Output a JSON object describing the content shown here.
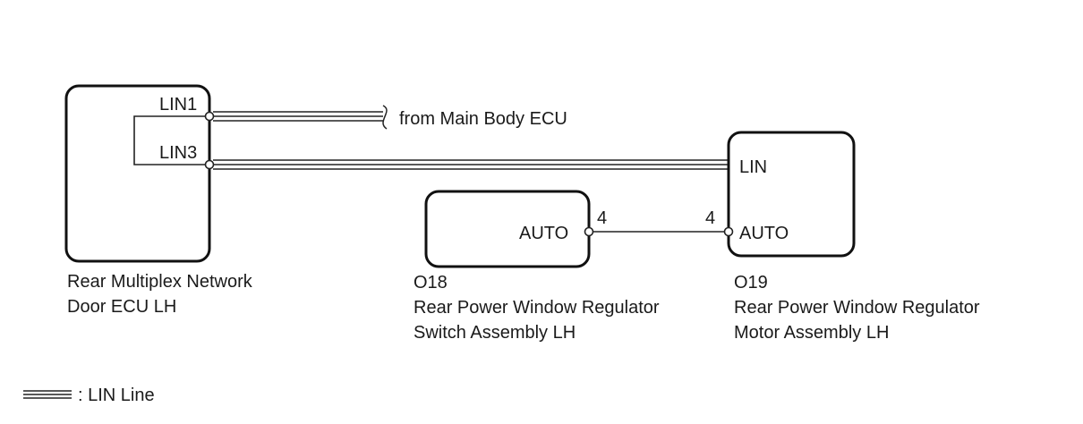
{
  "components": {
    "rear_ecu": {
      "name_line1": "Rear Multiplex Network",
      "name_line2": "Door ECU LH",
      "pins": {
        "lin1": "LIN1",
        "lin3": "LIN3"
      }
    },
    "switch": {
      "code": "O18",
      "name_line1": "Rear Power Window Regulator",
      "name_line2": "Switch Assembly LH",
      "pin_auto": "AUTO",
      "pin_auto_number": "4"
    },
    "motor": {
      "code": "O19",
      "name_line1": "Rear Power Window Regulator",
      "name_line2": "Motor Assembly LH",
      "pin_lin": "LIN",
      "pin_auto": "AUTO",
      "pin_auto_number": "4"
    }
  },
  "annotations": {
    "from_main_body_ecu": "from Main Body ECU"
  },
  "legend": {
    "lin_line": ": LIN Line"
  },
  "colors": {
    "line": "#222222",
    "box_stroke": "#111111"
  }
}
